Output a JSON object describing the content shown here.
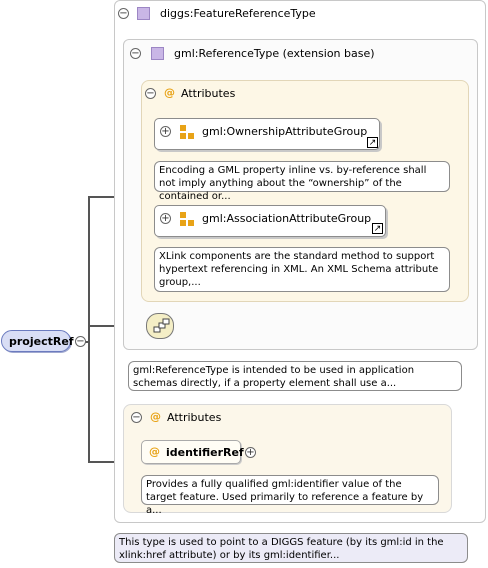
{
  "type": {
    "name": "diggs:FeatureReferenceType",
    "note": "This type is used to point to a DIGGS feature (by its gml:id in the xlink:href attribute) or by its gml:identifier..."
  },
  "base": {
    "name": "gml:ReferenceType (extension base)",
    "note": "gml:ReferenceType is intended to be used in application schemas directly, if a property element shall use a..."
  },
  "base_attributes": {
    "title": "Attributes",
    "groups": [
      {
        "name": "gml:OwnershipAttributeGroup",
        "note": "Encoding a GML property inline vs. by-reference shall not imply anything about the “ownership” of the contained or..."
      },
      {
        "name": "gml:AssociationAttributeGroup",
        "note": "XLink components are the standard method to support hypertext referencing in XML. An XML Schema attribute group,..."
      }
    ]
  },
  "ext_attributes": {
    "title": "Attributes",
    "attribute": {
      "name": "identifierRef",
      "note": "Provides a fully qualified gml:identifier value of the target feature. Used primarily to reference a feature by a..."
    }
  },
  "element": {
    "name": "projectRef"
  },
  "icons": {
    "toggle_expanded": "−",
    "toggle_collapsed": "+",
    "at": "@",
    "link": "↗"
  },
  "colors": {
    "type_icon": "#c9b6e6",
    "attr_icon": "#e8a317",
    "element_bg": "#d9def5"
  }
}
